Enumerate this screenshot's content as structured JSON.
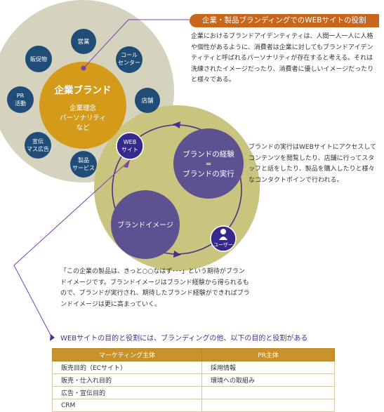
{
  "title": "企業・製品ブランディングでのWEBサイトの役割",
  "intro": "企業におけるブランドアイデンティティは、人間一人一人に人格や個性があるように、消費者は企業に対してもブランドアイデンティティと呼ばれるパーソナリティが存在すると考える。それは洗練されたイメージだったり、消費者に優しいイメージだったりと様々である。",
  "brand_circle": {
    "center_title": "企業ブランド",
    "center_lines": [
      "企業理念",
      "パーソナリティ",
      "など"
    ],
    "satellites": [
      {
        "lines": [
          "営業"
        ]
      },
      {
        "lines": [
          "コール",
          "センター"
        ]
      },
      {
        "lines": [
          "店舗"
        ]
      },
      {
        "lines": [
          "製品",
          "サービス"
        ]
      },
      {
        "lines": [
          "WEB",
          "サイト"
        ]
      },
      {
        "lines": [
          "宣伝",
          "マス広告"
        ]
      },
      {
        "lines": [
          "PR",
          "活動"
        ]
      },
      {
        "lines": [
          "販促物"
        ]
      }
    ]
  },
  "cycle": {
    "experience_lines": [
      "ブランドの経験",
      "=",
      "ブランドの実行"
    ],
    "image_label": "ブランドイメージ",
    "user_label": "ユーザー"
  },
  "execution_text": "ブランドの実行はWEBサイトにアクセスしてコンテンツを閲覧したり、店舗に行ってスタッフと話をしたり、製品を購入したりと様々なコンタクトポインで行われる。",
  "image_text": "「この企業の製品は、きっと○○なはず･･･」という期待がブランドイメージです。ブランドイメージはブランド経験から得られるもので、ブランドが実行され、期待したブランド経験ができればブランドイメージは更に高まっていく。",
  "goals_heading": "WEBサイトの目的と役割には、ブランディングの他、以下の目的と役割がある",
  "goals_table": {
    "headers": [
      "マーケティング主体",
      "PR主体"
    ],
    "rows": [
      [
        "販売目的（ECサイト）",
        "採用情報"
      ],
      [
        "販売・仕入れ目的",
        "環境への取組み"
      ],
      [
        "広告・宣伝目的",
        ""
      ],
      [
        "CRM",
        ""
      ]
    ]
  },
  "colors": {
    "outer_disc": "#d5d2bd",
    "center_disc": "#d49a1a",
    "satellite": "#1f4d78",
    "web_satellite": "#352a8c",
    "olive_disc": "#c9c57f",
    "purple_disc": "#5d5191",
    "accent_line": "#7a3fb0",
    "title_bar": "#c8661c"
  }
}
